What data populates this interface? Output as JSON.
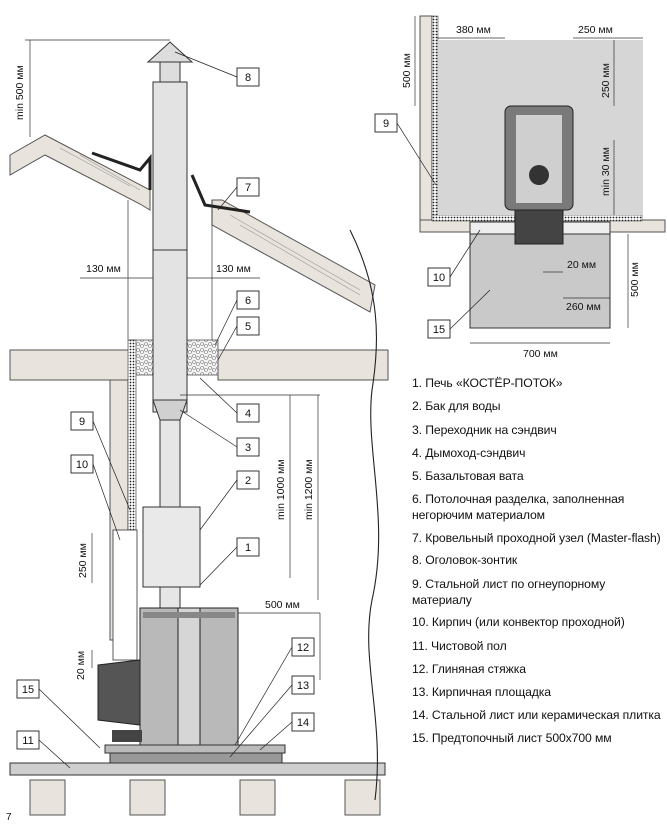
{
  "dimensions": {
    "min_500": "min 500 мм",
    "mm_130_left": "130 мм",
    "mm_130_right": "130 мм",
    "min_1000": "min 1000 мм",
    "min_1200": "min 1200 мм",
    "mm_250_side": "250 мм",
    "mm_20_side": "20 мм",
    "mm_500_side": "500 мм",
    "top_380": "380 мм",
    "top_250_h": "250 мм",
    "top_500_v": "500 мм",
    "top_250_v": "250 мм",
    "top_min30": "min 30 мм",
    "top_20": "20 мм",
    "top_260": "260 мм",
    "top_500_right": "500 мм",
    "top_700": "700 мм"
  },
  "callouts": [
    "1",
    "2",
    "3",
    "4",
    "5",
    "6",
    "7",
    "8",
    "9",
    "10",
    "11",
    "12",
    "13",
    "14",
    "15"
  ],
  "callouts_top": [
    "9",
    "10",
    "15"
  ],
  "legend": [
    "1. Печь «КОСТЁР-ПОТОК»",
    "2. Бак для воды",
    "3. Переходник на сэндвич",
    "4. Дымоход-сэндвич",
    "5. Базальтовая вата",
    "6. Потолочная разделка, заполненная негорючим материалом",
    "7. Кровельный проходной узел (Master-flash)",
    "8. Оголовок-зонтик",
    "9. Стальной лист по огнеупорному материалу",
    "10. Кирпич (или конвектор проходной)",
    "11. Чистовой пол",
    "12. Глиняная  стяжка",
    "13. Кирпичная площадка",
    "14. Стальной лист или керамическая плитка",
    "15. Предтопочный лист 500х700 мм"
  ],
  "page_number": "7"
}
